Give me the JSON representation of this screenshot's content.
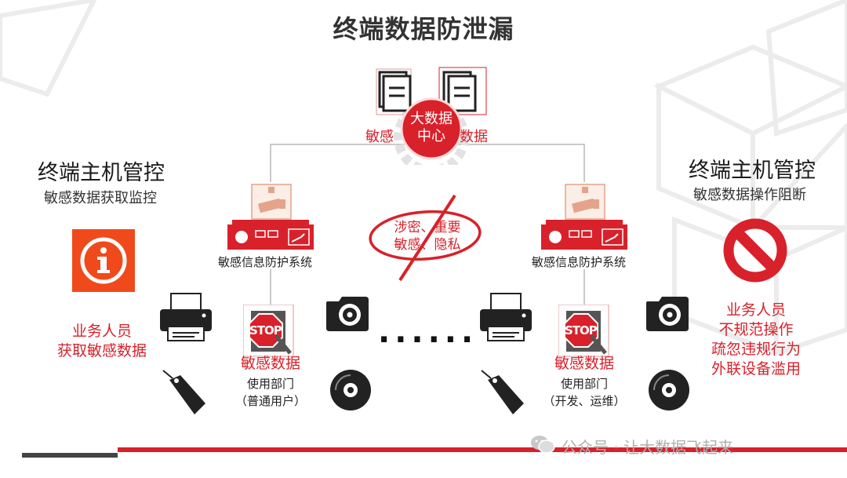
{
  "title": "终端数据防泄漏",
  "center": {
    "circle_label_line1": "大数据",
    "circle_label_line2": "中心",
    "left_caption": "敏感",
    "right_caption": "数据"
  },
  "left_panel": {
    "heading": "终端主机管控",
    "subheading": "敏感数据获取监控",
    "icon": "info-icon",
    "red_lines": [
      "业务人员",
      "获取敏感数据"
    ]
  },
  "right_panel": {
    "heading": "终端主机管控",
    "subheading": "敏感数据操作阻断",
    "icon": "no-entry-icon",
    "red_lines": [
      "业务人员",
      "不规范操作",
      "疏忽违规行为",
      "外联设备滥用"
    ]
  },
  "left_system": {
    "label": "敏感信息防护系统",
    "stop_text": "STOP",
    "red_caption": "敏感数据",
    "dept": "使用部门",
    "dept_note": "（普通用户）"
  },
  "right_system": {
    "label": "敏感信息防护系统",
    "stop_text": "STOP",
    "red_caption": "敏感数据",
    "dept": "使用部门",
    "dept_note": "（开发、运维）"
  },
  "middle_stamp": {
    "line1": "涉密、重要",
    "line2": "敏感、隐私"
  },
  "ellipsis": "......",
  "watermark": "公众号 · 让大数据飞起来",
  "colors": {
    "accent": "#d8212a",
    "dark": "#222222",
    "grey_bar": "#555555"
  }
}
